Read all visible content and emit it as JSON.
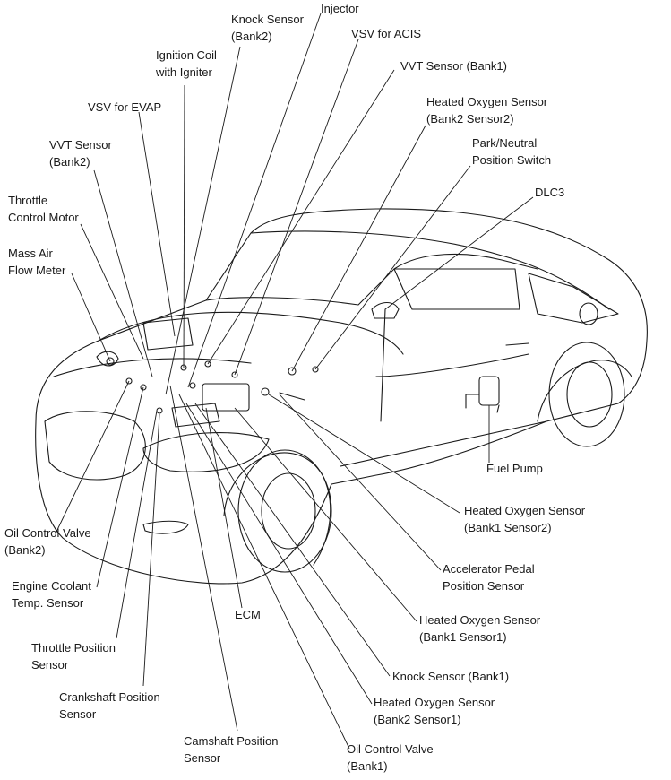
{
  "labels": {
    "knock_sensor_bank2": [
      "Knock Sensor",
      "(Bank2)"
    ],
    "injector": [
      "Injector"
    ],
    "vsv_acis": [
      "VSV for ACIS"
    ],
    "ignition_coil": [
      "Ignition Coil",
      "with Igniter"
    ],
    "vvt_bank1": [
      "VVT Sensor (Bank1)"
    ],
    "vsv_evap": [
      "VSV for EVAP"
    ],
    "ho2_bank2_sensor2": [
      "Heated Oxygen Sensor",
      "(Bank2 Sensor2)"
    ],
    "vvt_bank2": [
      "VVT Sensor",
      "(Bank2)"
    ],
    "park_neutral": [
      "Park/Neutral",
      "Position Switch"
    ],
    "dlc3": [
      "DLC3"
    ],
    "throttle_motor": [
      "Throttle",
      "Control Motor"
    ],
    "maf": [
      "Mass Air",
      "Flow Meter"
    ],
    "fuel_pump": [
      "Fuel Pump"
    ],
    "ho2_bank1_sensor2": [
      "Heated Oxygen Sensor",
      "(Bank1 Sensor2)"
    ],
    "ocv_bank2": [
      "Oil Control Valve",
      "(Bank2)"
    ],
    "accel_pedal": [
      "Accelerator Pedal",
      "Position Sensor"
    ],
    "ect": [
      "Engine Coolant",
      "Temp. Sensor"
    ],
    "ecm": [
      "ECM"
    ],
    "ho2_bank1_sensor1": [
      "Heated Oxygen Sensor",
      "(Bank1 Sensor1)"
    ],
    "tps": [
      "Throttle Position",
      "Sensor"
    ],
    "knock_bank1": [
      "Knock Sensor (Bank1)"
    ],
    "ckp": [
      "Crankshaft Position",
      "Sensor"
    ],
    "ho2_bank2_sensor1": [
      "Heated Oxygen Sensor",
      "(Bank2 Sensor1)"
    ],
    "cmp": [
      "Camshaft Position",
      "Sensor"
    ],
    "ocv_bank1": [
      "Oil Control Valve",
      "(Bank1)"
    ]
  },
  "colors": {
    "line": "#1a1a1a",
    "text": "#1a1a1a",
    "background": "#ffffff"
  }
}
